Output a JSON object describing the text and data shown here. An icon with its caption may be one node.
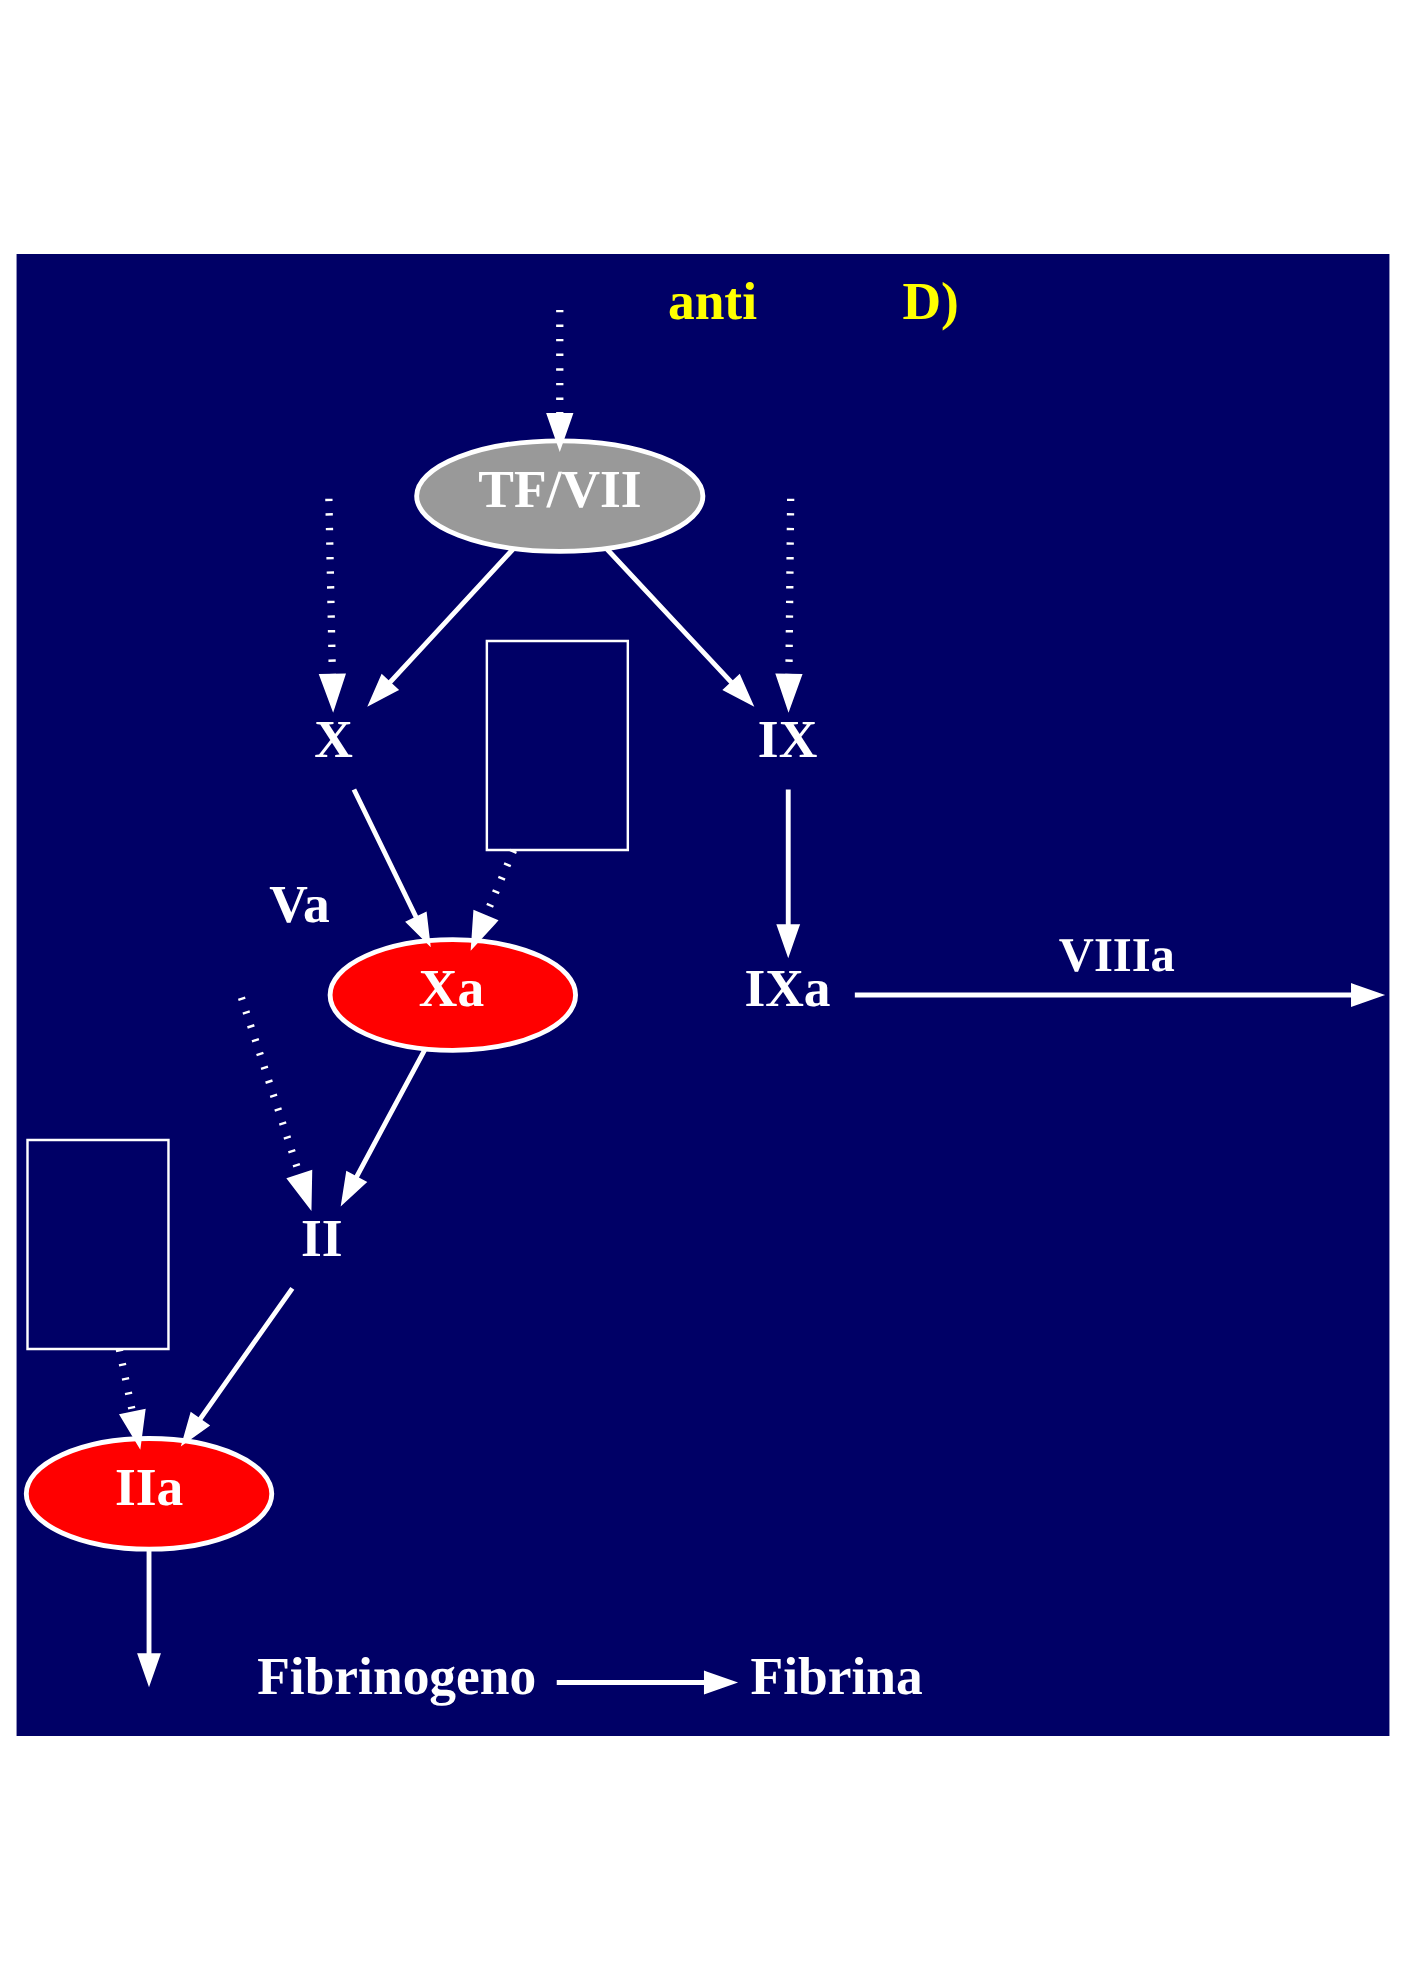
{
  "diagram": {
    "nodes": [
      {
        "text": [
          "TF/VII"
        ]
      },
      {
        "text": [
          "X"
        ]
      },
      {
        "text": [
          "IX"
        ]
      },
      {
        "text": [
          "IXa"
        ]
      },
      {
        "text": [],
        "shape": "box"
      },
      {
        "text": [
          "Xa"
        ],
        "beside": [
          "Va"
        ]
      },
      {
        "text": [
          "II"
        ]
      },
      {
        "text": [],
        "shape": "box"
      },
      {
        "text": [
          "IIa"
        ]
      },
      {
        "text": [
          "Fibrinogeno"
        ]
      },
      {
        "text": [
          "Fibrina"
        ]
      }
    ],
    "edges": [
      {
        "from": 0,
        "to": 1,
        "arrow": "to"
      },
      {
        "from": 0,
        "to": 2,
        "arrow": "to"
      },
      {
        "from": 2,
        "to": 3,
        "arrow": "to"
      },
      {
        "from": 3,
        "to": null,
        "arrow": "to",
        "label": "VIIIa"
      },
      {
        "from": 1,
        "to": 5,
        "arrow": "to"
      },
      {
        "from": 5,
        "to": 6,
        "arrow": "to"
      },
      {
        "from": 6,
        "to": 8,
        "arrow": "to"
      },
      {
        "from": 8,
        "to": null,
        "arrow": "to"
      },
      {
        "from": 9,
        "to": 10,
        "arrow": "to"
      },
      {
        "from": null,
        "to": 0,
        "arrow": "to",
        "style": "dashed"
      },
      {
        "from": null,
        "to": 2,
        "arrow": "to",
        "style": "dashed"
      },
      {
        "from": null,
        "to": 1,
        "arrow": "to",
        "style": "dashed"
      },
      {
        "from": null,
        "to": 6,
        "arrow": "to",
        "style": "dashed"
      },
      {
        "from": 4,
        "to": 5,
        "arrow": "to",
        "style": "dashed"
      },
      {
        "from": 7,
        "to": 8,
        "arrow": "to",
        "style": "dashed"
      }
    ],
    "labels": [
      "anti",
      "D)"
    ]
  }
}
